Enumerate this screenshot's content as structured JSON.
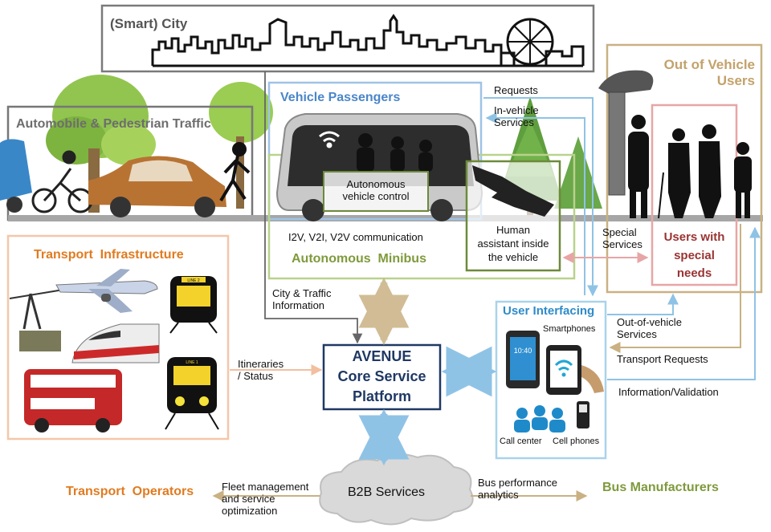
{
  "smart_city": "(Smart) City",
  "traffic": "Automobile & Pedestrian Traffic",
  "vehicle_passengers": "Vehicle Passengers",
  "out_of_vehicle_users": [
    "Out of Vehicle",
    "Users"
  ],
  "autonomous_control": [
    "Autonomous",
    "vehicle control"
  ],
  "comm": "I2V, V2I, V2V communication",
  "minibus": "Autonomous  Minibus",
  "human_assistant": [
    "Human",
    "assistant inside",
    "the vehicle"
  ],
  "requests": "Requests",
  "in_vehicle_services": [
    "In-vehicle",
    "Services"
  ],
  "special_services": [
    "Special",
    "Services"
  ],
  "special_needs": [
    "Users with",
    "special",
    "needs"
  ],
  "transport_infra": "Transport  Infrastructure",
  "city_traffic_info": [
    "City & Traffic",
    "Information"
  ],
  "itineraries": [
    "Itineraries",
    "/ Status"
  ],
  "core": [
    "AVENUE",
    "Core Service",
    "Platform"
  ],
  "user_interfacing": "User Interfacing",
  "smartphones": "Smartphones",
  "out_of_vehicle_services": [
    "Out-of-vehicle",
    "Services"
  ],
  "transport_requests": "Transport Requests",
  "info_validation": "Information/Validation",
  "call_center": "Call center",
  "cell_phones": "Cell phones",
  "b2b": "B2B Services",
  "transport_operators": "Transport  Operators",
  "fleet": [
    "Fleet management",
    "and service",
    "optimization"
  ],
  "bus_perf": [
    "Bus performance",
    "analytics"
  ],
  "bus_manufacturers": "Bus Manufacturers",
  "phone_time": "10:40",
  "train_line1": "LINE 1",
  "train_line2": "LINE 2",
  "colors": {
    "orange": "#e07b20",
    "blue": "#4a86c8",
    "green": "#7f9a3c",
    "darkred": "#993333",
    "navy": "#1f3864",
    "grey": "#777777",
    "lightgreen": "#c6d8a8",
    "lightblue": "#a9d3ea",
    "peach": "#f4c7a8"
  }
}
